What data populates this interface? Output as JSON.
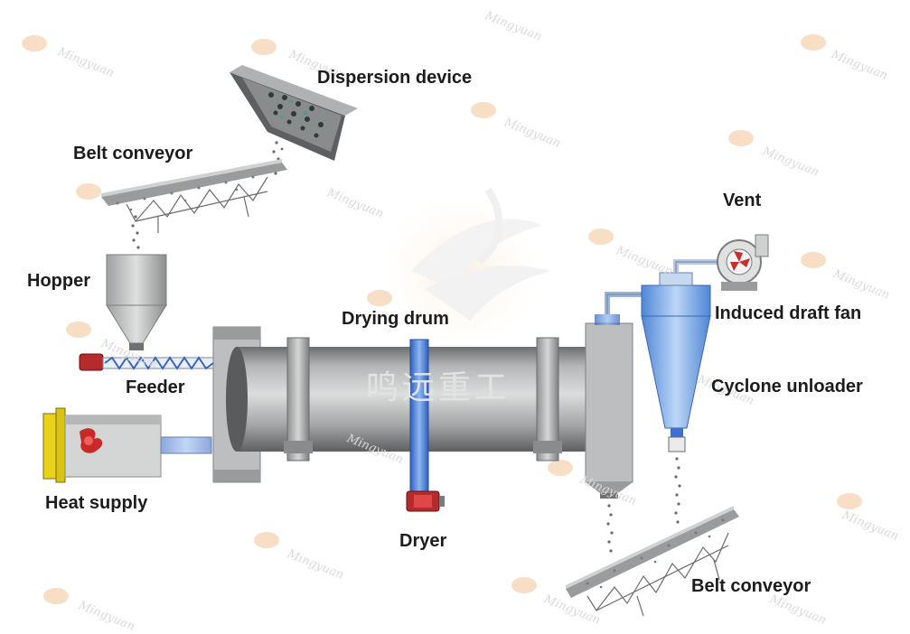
{
  "labels": {
    "dispersion_device": "Dispersion device",
    "belt_conveyor_top": "Belt conveyor",
    "hopper": "Hopper",
    "feeder": "Feeder",
    "heat_supply": "Heat supply",
    "drying_drum": "Drying drum",
    "dryer": "Dryer",
    "vent": "Vent",
    "induced_draft_fan": "Induced draft fan",
    "cyclone_unloader": "Cyclone unloader",
    "belt_conveyor_bottom": "Belt conveyor"
  },
  "watermark": {
    "brand": "Mingyuan",
    "brand_cn": "鸣远重工"
  },
  "colors": {
    "steel": "#a9aaab",
    "steel_dark": "#707172",
    "cyclone_blue": "#6fa6e6",
    "pipe_blue": "#3f6fcf",
    "motor_red": "#b52a2a",
    "heat_yellow": "#e8d21a",
    "watermark_orange": "#f3c9a0"
  }
}
